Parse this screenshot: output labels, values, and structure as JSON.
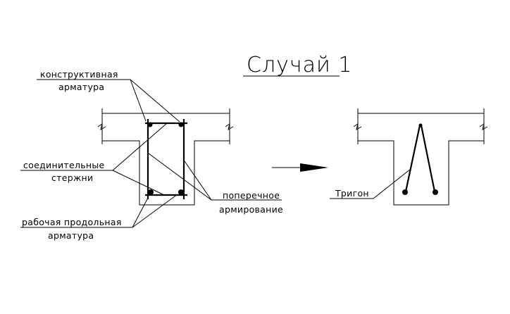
{
  "title": "Случай 1",
  "left_section": {
    "labels": {
      "constructive_1": "конструктивная",
      "constructive_2": "арматура",
      "connecting_1": "соединительные",
      "connecting_2": "стержни",
      "transverse_1": "поперечное",
      "transverse_2": "армирование",
      "working_1": "рабочая продольная",
      "working_2": "арматура"
    }
  },
  "right_section": {
    "label": "Тригон"
  },
  "colors": {
    "line": "#000000",
    "background": "#ffffff"
  }
}
